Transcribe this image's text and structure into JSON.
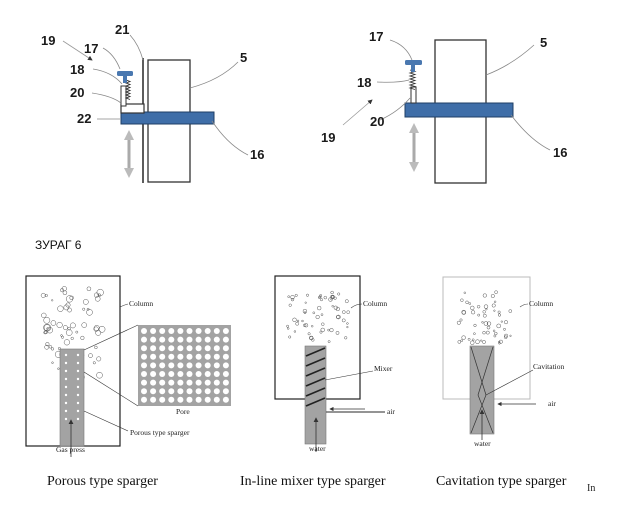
{
  "top_left": {
    "labels": {
      "l19": "19",
      "l17": "17",
      "l18": "18",
      "l20": "20",
      "l22": "22",
      "l21": "21",
      "l5": "5",
      "l16": "16"
    }
  },
  "top_right": {
    "labels": {
      "l17": "17",
      "l5": "5",
      "l18": "18",
      "l19": "19",
      "l20": "20",
      "l16": "16"
    }
  },
  "figure_label": "ЗУРАГ 6",
  "panels": [
    {
      "column_label": "Column",
      "pore_label": "Pore",
      "sparger_label": "Porous type sparger",
      "inlet_label": "Gas press",
      "caption": "Porous type sparger"
    },
    {
      "column_label": "Column",
      "mixer_label": "Mixer",
      "air_label": "air",
      "inlet_label": "water",
      "caption": "In-line mixer type sparger"
    },
    {
      "column_label": "Column",
      "cavitation_label": "Cavitation",
      "air_label": "air",
      "inlet_label": "water",
      "caption": "Cavitation  type sparger"
    }
  ],
  "corner_text": "In",
  "colors": {
    "beam_fill": "#3f6ea8",
    "beam_stroke": "#1f3f66",
    "screw": "#4a78b0",
    "sparger_fill": "#a3a3a3"
  }
}
